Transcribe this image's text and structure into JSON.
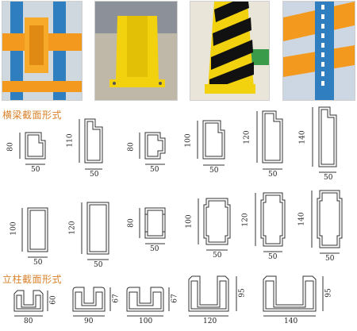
{
  "sections": {
    "beam_title": "横梁截面形式",
    "column_title": "立柱截面形式"
  },
  "beams_row1": [
    {
      "h": "80",
      "w": "50"
    },
    {
      "h": "110",
      "w": "50"
    },
    {
      "h": "80",
      "w": "50"
    },
    {
      "h": "100",
      "w": "50"
    },
    {
      "h": "120",
      "w": "50"
    },
    {
      "h": "140",
      "w": "50"
    }
  ],
  "beams_row2": [
    {
      "h": "100",
      "w": "50"
    },
    {
      "h": "120",
      "w": "50"
    },
    {
      "h": "80",
      "w": "50"
    },
    {
      "h": "100",
      "w": "50"
    },
    {
      "h": "120",
      "w": "50"
    },
    {
      "h": "140",
      "w": "50"
    }
  ],
  "columns": [
    {
      "h": "60",
      "w": "80"
    },
    {
      "h": "67",
      "w": "90"
    },
    {
      "h": "67",
      "w": "100"
    },
    {
      "h": "95",
      "w": "120"
    },
    {
      "h": "95",
      "w": "140"
    }
  ],
  "colors": {
    "accent": "#d9822b",
    "line": "#333333",
    "rack_blue": "#2f7fc0",
    "rack_orange": "#f39a1e",
    "guard_yellow": "#f2d20f"
  }
}
